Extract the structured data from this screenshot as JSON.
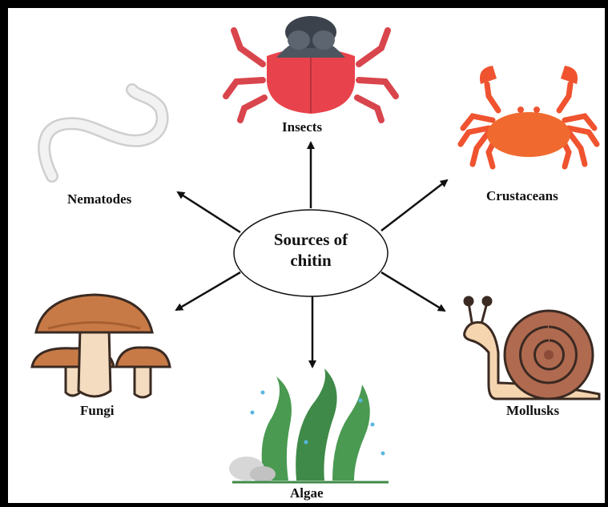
{
  "center": {
    "line1": "Sources of",
    "line2": "chitin"
  },
  "sources": [
    {
      "key": "insects",
      "label": "Insects",
      "icon": "beetle-icon"
    },
    {
      "key": "crustaceans",
      "label": "Crustaceans",
      "icon": "crab-icon"
    },
    {
      "key": "mollusks",
      "label": "Mollusks",
      "icon": "snail-icon"
    },
    {
      "key": "algae",
      "label": "Algae",
      "icon": "seaweed-icon"
    },
    {
      "key": "fungi",
      "label": "Fungi",
      "icon": "mushroom-icon"
    },
    {
      "key": "nematodes",
      "label": "Nematodes",
      "icon": "worm-icon"
    }
  ],
  "colors": {
    "beetle_body": "#e8434c",
    "beetle_head": "#4d5560",
    "crab": "#f0532f",
    "snail_shell": "#b06a50",
    "snail_body": "#f5d5b0",
    "algae": "#4a9a52",
    "mushroom_cap": "#c87a46",
    "mushroom_stem": "#f3dcc0",
    "worm": "#eeeeee"
  }
}
